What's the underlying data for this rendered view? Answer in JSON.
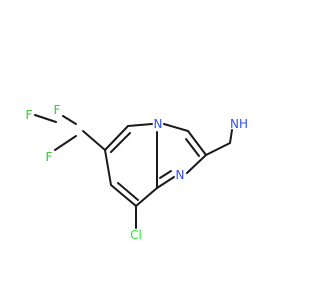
{
  "colors": {
    "carbon": "#1a1a1a",
    "nitrogen": "#3050f8",
    "fluorine": "#33cc33",
    "chlorine": "#1ff01f"
  },
  "atoms": {
    "F1": "F",
    "F2": "F",
    "F3": "F",
    "N_ring": "N",
    "N_ring2": "N",
    "NH": "NH",
    "Cl": "Cl"
  }
}
